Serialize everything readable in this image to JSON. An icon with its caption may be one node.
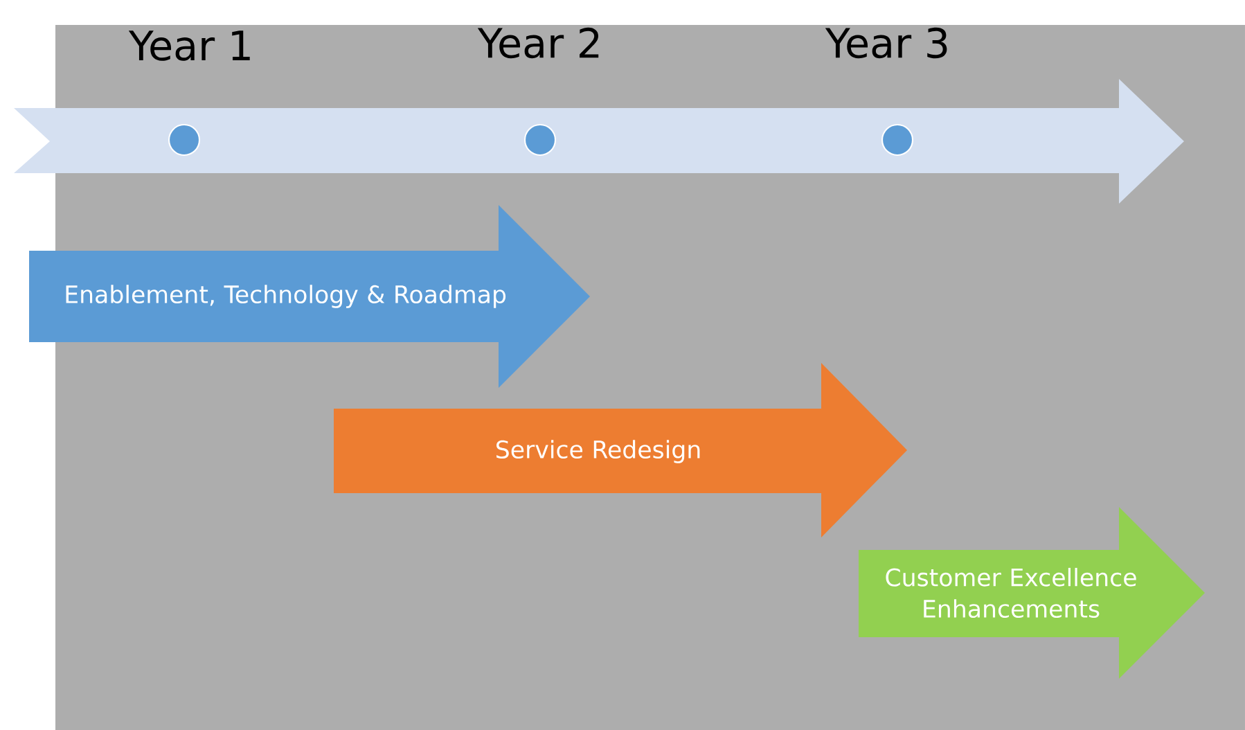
{
  "diagram": {
    "nodes": [
      {
        "text": [
          "Enablement, Technology & Roadmap"
        ]
      },
      {
        "text": [
          "Service Redesign"
        ]
      },
      {
        "text": [
          "Customer Excellence Enhancements"
        ]
      }
    ],
    "labels": [
      "Year 1",
      "Year 2",
      "Year 3"
    ]
  }
}
